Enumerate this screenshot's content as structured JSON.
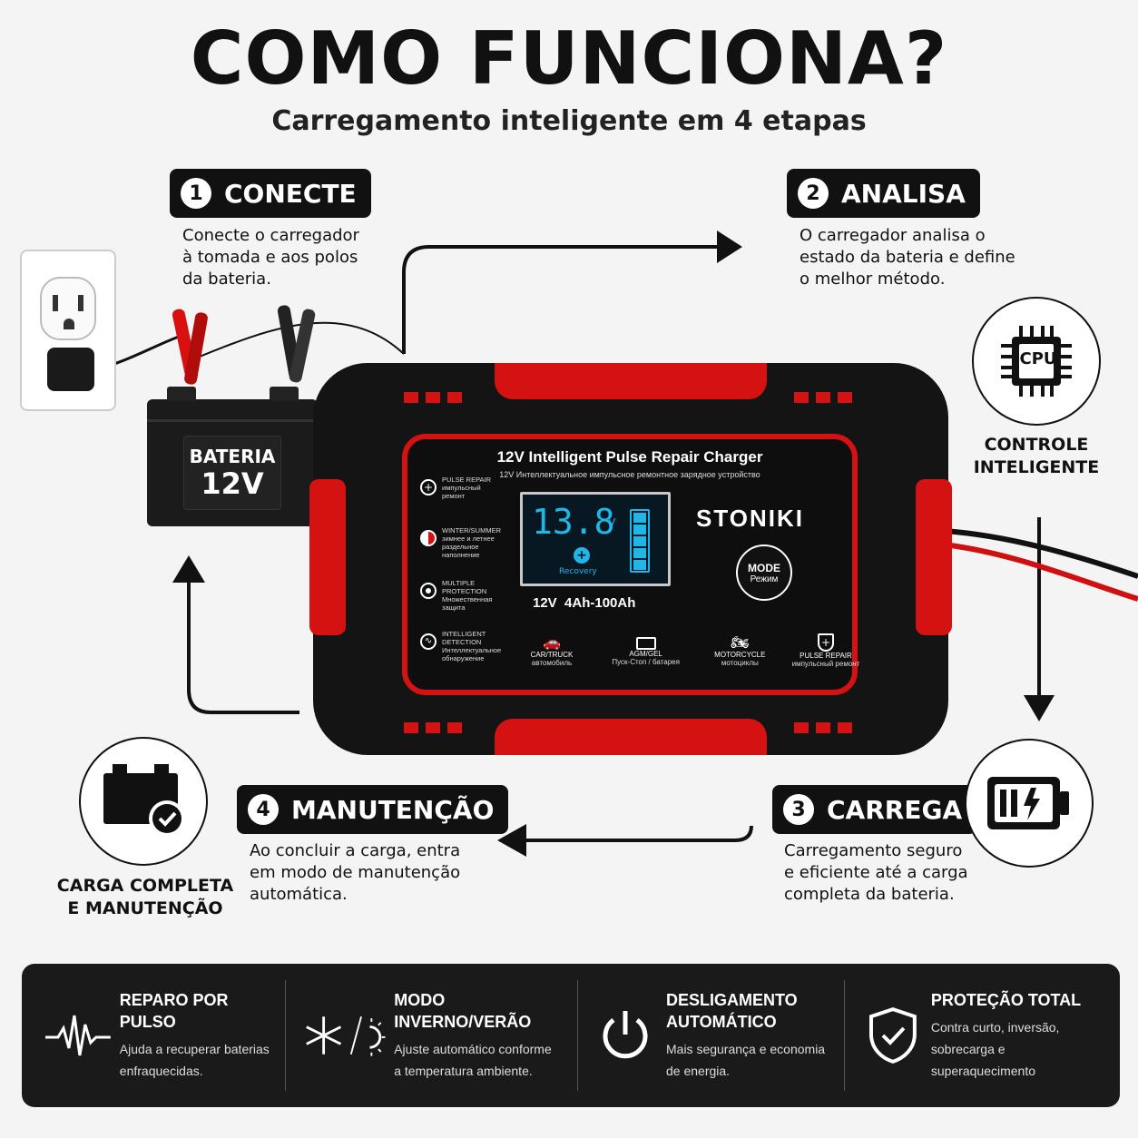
{
  "header": {
    "title": "COMO FUNCIONA?",
    "subtitle": "Carregamento inteligente em 4 etapas"
  },
  "steps": [
    {
      "num": "1",
      "label": "CONECTE",
      "desc": [
        "Conecte o carregador",
        "à tomada e aos polos",
        "da bateria."
      ]
    },
    {
      "num": "2",
      "label": "ANALISA",
      "desc": [
        "O carregador analisa o",
        "estado da bateria e define",
        "o melhor método."
      ]
    },
    {
      "num": "3",
      "label": "CARREGA",
      "desc": [
        "Carregamento seguro",
        "e eficiente até a carga",
        "completa da bateria."
      ]
    },
    {
      "num": "4",
      "label": "MANUTENÇÃO",
      "desc": [
        "Ao concluir a carga, entra",
        "em modo de manutenção",
        "automática."
      ]
    }
  ],
  "battery": {
    "label": "BATERIA",
    "voltage": "12V"
  },
  "circles": {
    "cpu": {
      "chip_text": "CPU",
      "label": [
        "CONTROLE",
        "INTELIGENTE"
      ]
    },
    "charge": {
      "label": []
    },
    "maintenance": {
      "label": [
        "CARGA COMPLETA",
        "E MANUTENÇÃO"
      ]
    }
  },
  "charger": {
    "title": "12V Intelligent Pulse Repair Charger",
    "subtitle": "12V Интеллектуальное импульсное ремонтное зарядное устройство",
    "brand": "STONIKI",
    "display_value": "13.8",
    "display_unit": "V",
    "recovery": "Recovery",
    "spec": "12V  4Ah-100Ah",
    "mode_label": "MODE",
    "mode_sub": "Режим",
    "left_features": [
      {
        "title": "PULSE REPAIR",
        "sub": [
          "импульсный",
          "ремонт"
        ]
      },
      {
        "title": "WINTER/SUMMER",
        "sub": [
          "зимнее и летнее",
          "раздельное",
          "наполнение"
        ]
      },
      {
        "title": "MULTIPLE",
        "sub": [
          "PROTECTION",
          "Множественная",
          "защита"
        ]
      },
      {
        "title": "INTELLIGENT",
        "sub": [
          "DETECTION",
          "Интеллектуальное",
          "обнаружение"
        ]
      }
    ],
    "modes": [
      {
        "title": "CAR/TRUCK",
        "sub": "автомобиль"
      },
      {
        "title": "AGM/GEL",
        "sub": "Пуск-Стоп / батарея"
      },
      {
        "title": "MOTORCYCLE",
        "sub": "мотоциклы"
      },
      {
        "title": "PULSE REPAIR",
        "sub": "импульсный ремонт"
      }
    ],
    "colors": {
      "body": "#141414",
      "accent": "#e01010",
      "screen": "#1fb6e8"
    }
  },
  "features": [
    {
      "title": [
        "REPARO POR PULSO"
      ],
      "desc": [
        "Ajuda a recuperar baterias",
        "enfraquecidas."
      ],
      "icon": "pulse-icon"
    },
    {
      "title": [
        "MODO INVERNO/VERÃO"
      ],
      "desc": [
        "Ajuste automático conforme",
        "a temperatura ambiente."
      ],
      "icon": "snow-sun-icon"
    },
    {
      "title": [
        "DESLIGAMENTO",
        "AUTOMÁTICO"
      ],
      "desc": [
        "Mais segurança e economia",
        "de energia."
      ],
      "icon": "power-icon"
    },
    {
      "title": [
        "PROTEÇÃO TOTAL"
      ],
      "desc": [
        "Contra curto, inversão,",
        "sobrecarga e superaquecimento"
      ],
      "icon": "shield-check-icon"
    }
  ]
}
